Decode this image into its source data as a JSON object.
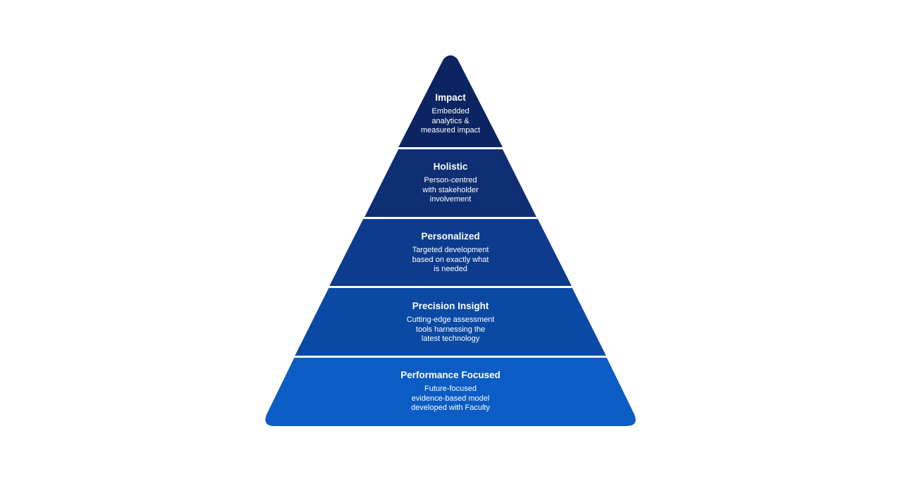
{
  "pyramid": {
    "tiers": [
      {
        "title": "Impact",
        "description": "Embedded\nanalytics &\nmeasured impact",
        "color": "#0c2461"
      },
      {
        "title": "Holistic",
        "description": "Person-centred\nwith stakeholder\ninvolvement",
        "color": "#0f2f74"
      },
      {
        "title": "Personalized",
        "description": "Targeted development\nbased on exactly what\nis needed",
        "color": "#0d3c8e"
      },
      {
        "title": "Precision Insight",
        "description": "Cutting-edge assessment\ntools harnessing the\nlatest technology",
        "color": "#0a4aa5"
      },
      {
        "title": "Performance Focused",
        "description": "Future-focused\nevidence-based model\ndeveloped with Faculty",
        "color": "#0b5cc4"
      }
    ]
  }
}
